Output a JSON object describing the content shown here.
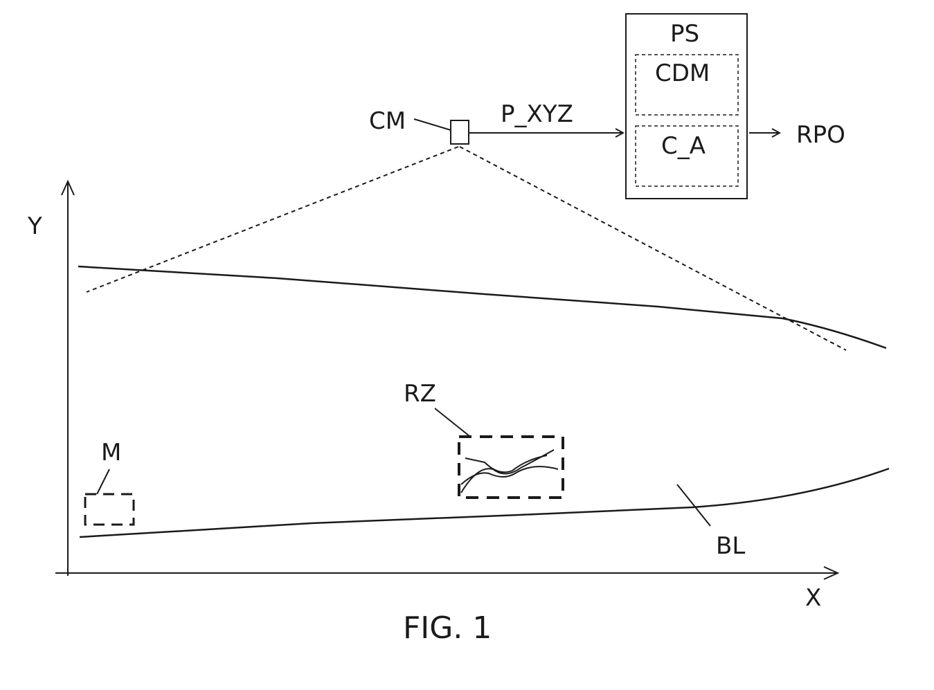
{
  "labels": {
    "ps": "PS",
    "cdm": "CDM",
    "c_a": "C_A",
    "rpo": "RPO",
    "p_xyz": "P_XYZ",
    "cm": "CM",
    "y_axis": "Y",
    "x_axis": "X",
    "rz": "RZ",
    "m": "M",
    "bl": "BL"
  },
  "caption": "FIG. 1",
  "colors": {
    "ink": "#1a1a1a",
    "background": "#ffffff"
  }
}
